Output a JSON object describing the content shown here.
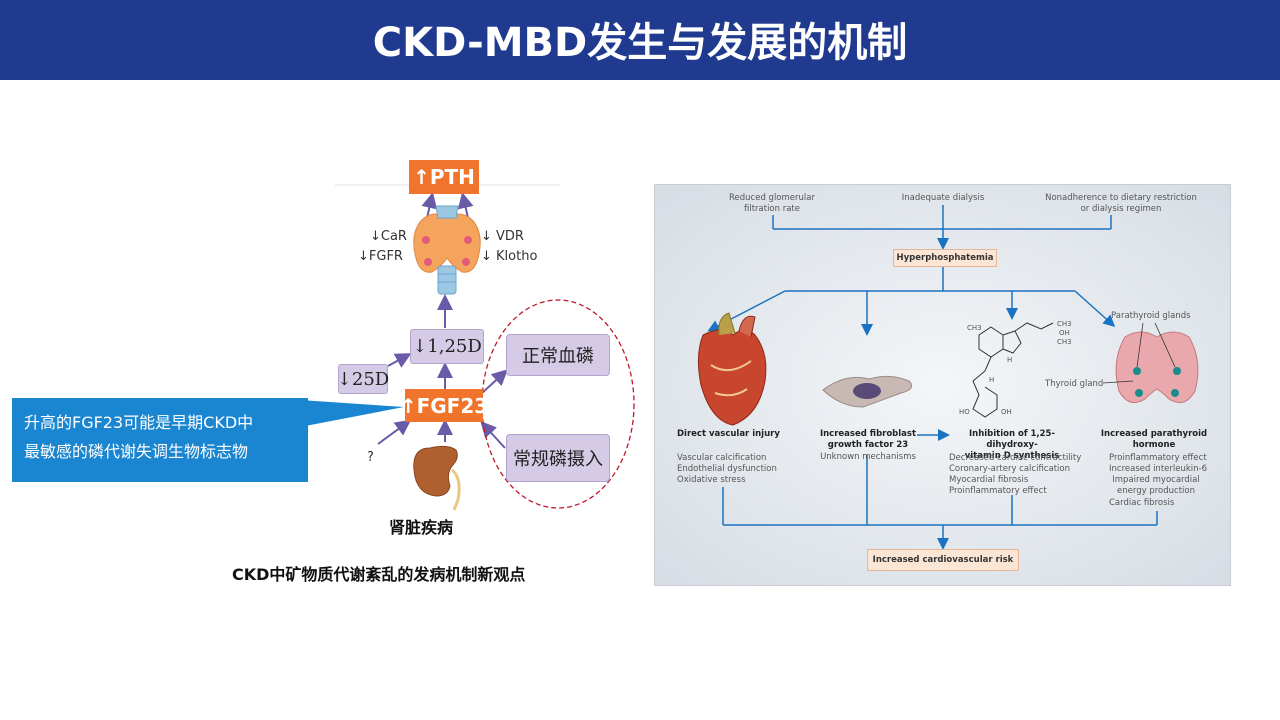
{
  "header": {
    "title": "CKD-MBD发生与发展的机制"
  },
  "left_diagram": {
    "pth": "↑PTH",
    "left_labels": [
      "↓CaR",
      "↓FGFR"
    ],
    "right_labels": [
      "↓ VDR",
      "↓ Klotho"
    ],
    "d125": "↓1,25D",
    "d25": "↓25D",
    "fgf23": "↑FGF23",
    "normal_phosphate": "正常血磷",
    "regular_intake": "常规磷摄入",
    "question": "?",
    "kidney_label": "肾脏疾病",
    "caption": "CKD中矿物质代谢紊乱的发病机制新观点"
  },
  "callout": {
    "line1": "升高的FGF23可能是早期CKD中",
    "line2": "最敏感的磷代谢失调生物标志物"
  },
  "right_diagram": {
    "top_causes": [
      "Reduced glomerular\nfiltration rate",
      "Inadequate dialysis",
      "Nonadherence to dietary restriction\nor dialysis regimen"
    ],
    "hyperphosphatemia": "Hyperphosphatemia",
    "parathyroid_glands": "Parathyroid glands",
    "thyroid_gland": "Thyroid gland",
    "molecule_labels": [
      "CH3",
      "CH3",
      "OH",
      "CH3",
      "H",
      "H",
      "HO",
      "OH"
    ],
    "columns": [
      {
        "title": "Direct vascular injury",
        "items": [
          "Vascular calcification",
          "Endothelial dysfunction",
          "Oxidative stress"
        ]
      },
      {
        "title": "Increased fibroblast\ngrowth factor 23",
        "items": [
          "Unknown mechanisms"
        ]
      },
      {
        "title": "Inhibition of 1,25-dihydroxy-\nvitamin D synthesis",
        "items": [
          "Decreased cardiac contractility",
          "Coronary-artery calcification",
          "Myocardial fibrosis",
          "Proinflammatory effect"
        ]
      },
      {
        "title": "Increased parathyroid\nhormone",
        "items": [
          "Proinflammatory effect",
          "Increased interleukin-6",
          "Impaired myocardial\nenergy production",
          "Cardiac fibrosis"
        ]
      }
    ],
    "outcome": "Increased cardiovascular risk"
  }
}
